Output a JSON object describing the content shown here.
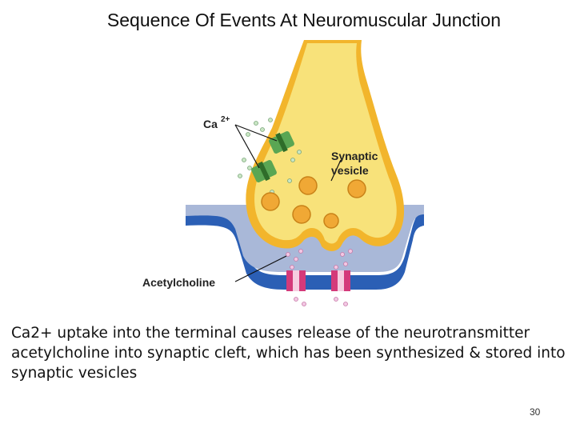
{
  "title": "Sequence Of Events At Neuromuscular Junction",
  "diagram": {
    "labels": {
      "calcium": "Ca",
      "calcium_sup": "2+",
      "vesicle_line1": "Synaptic",
      "vesicle_line2": "vesicle",
      "acetylcholine": "Acetylcholine"
    },
    "colors": {
      "terminal_fill": "#f8e27a",
      "terminal_edge": "#f2b52c",
      "membrane": "#2b5fb5",
      "cleft": "#a9b8d8",
      "vesicle": "#f0a835",
      "channel": "#5aa653",
      "receptor": "#d43a7a"
    }
  },
  "caption": "Ca2+ uptake into the terminal causes release of the neurotransmitter acetylcholine into synaptic cleft, which has been synthesized & stored into synaptic vesicles",
  "page_number": "30"
}
